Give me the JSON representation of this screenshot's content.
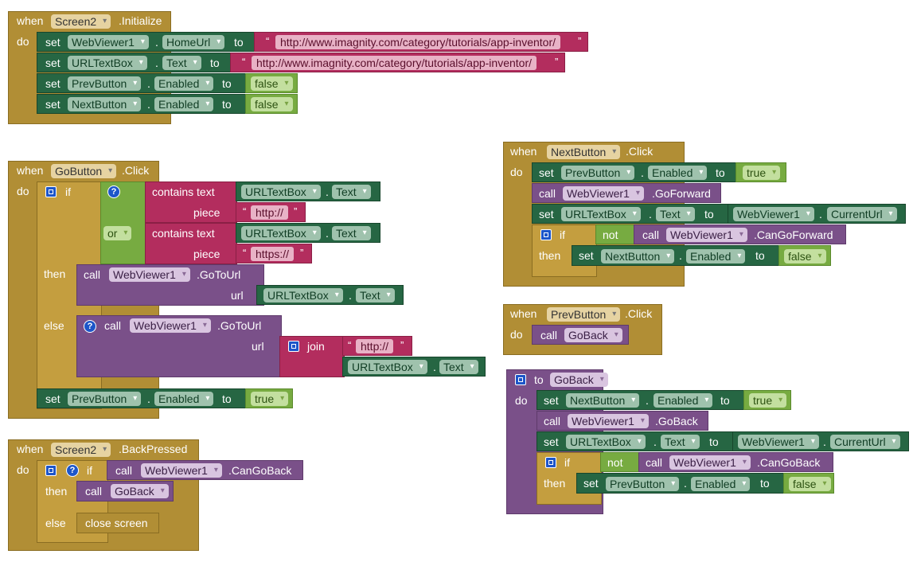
{
  "init": {
    "when": "when",
    "component": "Screen2",
    "event": ".Initialize",
    "do": "do",
    "rows": [
      {
        "set": "set",
        "comp": "WebViewer1",
        "prop": "HomeUrl",
        "to": "to",
        "value": "http://www.imagnity.com/category/tutorials/app-inventor/"
      },
      {
        "set": "set",
        "comp": "URLTextBox",
        "prop": "Text",
        "to": "to",
        "value": "http://www.imagnity.com/category/tutorials/app-inventor/"
      },
      {
        "set": "set",
        "comp": "PrevButton",
        "prop": "Enabled",
        "to": "to",
        "value": "false"
      },
      {
        "set": "set",
        "comp": "NextButton",
        "prop": "Enabled",
        "to": "to",
        "value": "false"
      }
    ]
  },
  "go": {
    "when": "when",
    "component": "GoButton",
    "event": ".Click",
    "do": "do",
    "if": "if",
    "or": "or",
    "contains": "contains",
    "text_kw": "text",
    "piece": "piece",
    "comp1": "URLTextBox",
    "prop1": "Text",
    "piece1": "http://",
    "comp2": "URLTextBox",
    "prop2": "Text",
    "piece2": "https://",
    "then": "then",
    "else": "else",
    "call": "call",
    "viewer": "WebViewer1",
    "gotourl": ".GoToUrl",
    "url": "url",
    "comp3": "URLTextBox",
    "prop3": "Text",
    "join": "join",
    "joinstr": "http://",
    "comp4": "URLTextBox",
    "prop4": "Text",
    "set": "set",
    "comp5": "PrevButton",
    "prop5": "Enabled",
    "to": "to",
    "value5": "true"
  },
  "back": {
    "when": "when",
    "component": "Screen2",
    "event": ".BackPressed",
    "do": "do",
    "if": "if",
    "call": "call",
    "viewer": "WebViewer1",
    "method": ".CanGoBack",
    "then": "then",
    "proc": "GoBack",
    "else": "else",
    "close": "close screen"
  },
  "next": {
    "when": "when",
    "component": "NextButton",
    "event": ".Click",
    "do": "do",
    "set": "set",
    "comp1": "PrevButton",
    "prop1": "Enabled",
    "to": "to",
    "value1": "true",
    "call": "call",
    "viewer": "WebViewer1",
    "method": ".GoForward",
    "comp2": "URLTextBox",
    "prop2": "Text",
    "viewer2": "WebViewer1",
    "prop_cur": "CurrentUrl",
    "if": "if",
    "not": "not",
    "viewer3": "WebViewer1",
    "canfwd": ".CanGoForward",
    "then": "then",
    "comp3": "NextButton",
    "prop3": "Enabled",
    "value3": "false"
  },
  "prev": {
    "when": "when",
    "component": "PrevButton",
    "event": ".Click",
    "do": "do",
    "call": "call",
    "proc": "GoBack"
  },
  "goback": {
    "to": "to",
    "name": "GoBack",
    "do": "do",
    "set": "set",
    "comp1": "NextButton",
    "prop1": "Enabled",
    "to_kw": "to",
    "value1": "true",
    "call": "call",
    "viewer": "WebViewer1",
    "method": ".GoBack",
    "comp2": "URLTextBox",
    "prop2": "Text",
    "viewer2": "WebViewer1",
    "prop_cur": "CurrentUrl",
    "if": "if",
    "not": "not",
    "viewer3": "WebViewer1",
    "canback": ".CanGoBack",
    "then": "then",
    "comp3": "PrevButton",
    "prop3": "Enabled",
    "value3": "false"
  }
}
